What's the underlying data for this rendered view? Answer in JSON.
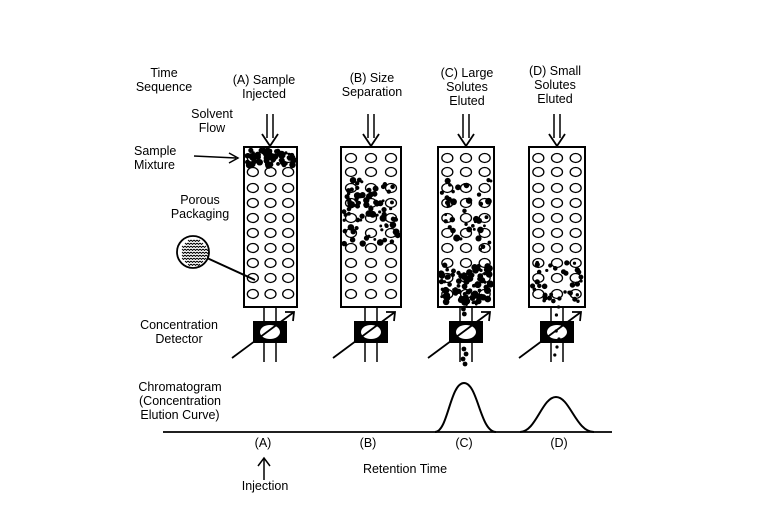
{
  "labels": {
    "time_sequence": "Time\nSequence",
    "solvent_flow": "Solvent\nFlow",
    "sample_mixture": "Sample\nMixture",
    "porous_packaging": "Porous\nPackaging",
    "concentration_detector": "Concentration\nDetector",
    "chromatogram": "Chromatogram\n(Concentration\nElution Curve)",
    "retention_time": "Retention Time",
    "injection": "Injection"
  },
  "stages": [
    {
      "id": "A",
      "title": "(A) Sample\nInjected",
      "axis_label": "(A)"
    },
    {
      "id": "B",
      "title": "(B) Size\nSeparation",
      "axis_label": "(B)"
    },
    {
      "id": "C",
      "title": "(C) Large\nSolutes\nEluted",
      "axis_label": "(C)"
    },
    {
      "id": "D",
      "title": "(D) Small\nSolutes\nEluted",
      "axis_label": "(D)"
    }
  ],
  "colors": {
    "ink": "#000000",
    "paper": "#ffffff"
  }
}
